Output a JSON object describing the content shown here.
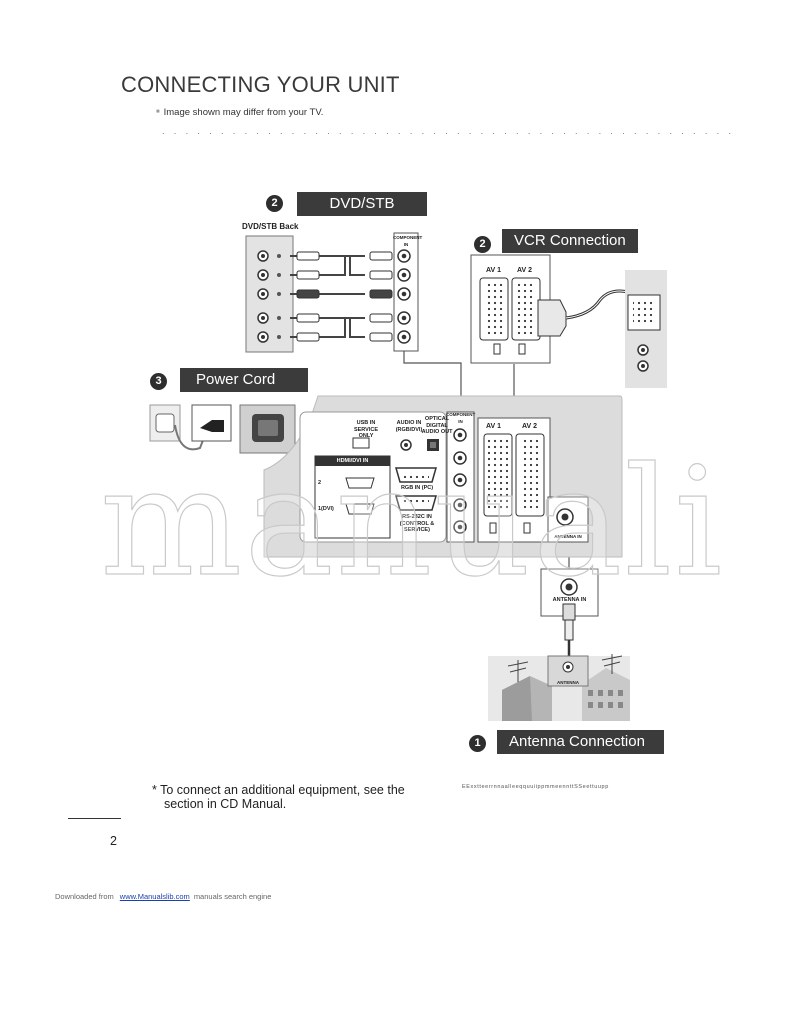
{
  "page": {
    "title": "CONNECTING YOUR UNIT",
    "note": "Image shown may differ from your TV.",
    "dotted_rule": ". . . . . . . . . . . . . . . . . . . . . . . . . . . . . . . . . . . . . . . . . . . . . . . . ."
  },
  "callouts": {
    "dvd": {
      "number": "2",
      "label": "DVD/STB"
    },
    "vcr": {
      "number": "2",
      "label": "VCR Connection"
    },
    "power": {
      "number": "3",
      "label": "Power Cord"
    },
    "antenna": {
      "number": "1",
      "label": "Antenna Connection"
    }
  },
  "diagram": {
    "dvd_back_label": "DVD/STB Back",
    "component_label": "COMPONENT IN",
    "av1": "AV 1",
    "av2": "AV 2",
    "usb_label": "USB IN SERVICE ONLY",
    "audio_in_label": "AUDIO IN (RGB/DVI)",
    "optical_label": "OPTICAL DIGITAL AUDIO OUT",
    "hdmi_label": "HDMI/DVI IN",
    "hdmi_port_2": "2",
    "hdmi_port_1": "1(DVI)",
    "rgb_label": "RGB IN (PC)",
    "rs232_label": "RS-232C IN (CONTROL & SERVICE)",
    "antenna_in_panel": "ANTENNA IN",
    "antenna_in_box": "ANTENNA IN",
    "antenna_wall": "ANTENNA"
  },
  "footer": {
    "footnote_line1": "* To connect an additional equipment, see the",
    "footnote_line2": "section in CD Manual.",
    "tiny_text": "EExxtteerrnnaalleeqquuiippmmeennttSSeettuupp",
    "page_number": "2",
    "downloaded_from": "Downloaded from",
    "link_text": "www.Manualslib.com",
    "search_text": "manuals search engine",
    "watermark": "manuali"
  }
}
